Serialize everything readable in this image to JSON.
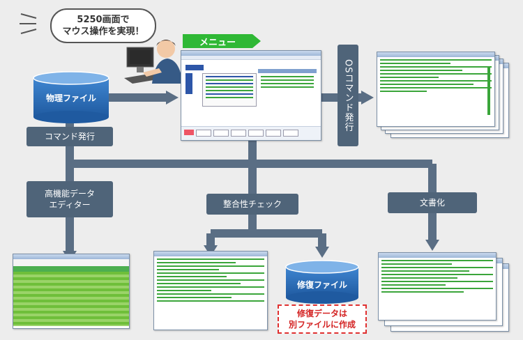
{
  "speech": {
    "line1": "5250画面で",
    "line2": "マウス操作を実現！"
  },
  "menu_tag": "メニュー",
  "cylinders": {
    "physical": "物理ファイル",
    "repair": "修復ファイル"
  },
  "labels": {
    "command_issue": "コマンド発行",
    "os_command": "OSコマンド発行",
    "editor": "高機能データ\nエディター",
    "integrity": "整合性チェック",
    "document": "文書化"
  },
  "note": {
    "line1": "修復データは",
    "line2": "別ファイルに作成"
  },
  "colors": {
    "label_bg": "#4f6479",
    "line": "#5a6e84",
    "cylinder": "#2e6fb7",
    "menu": "#2fb835",
    "warn": "#e03030"
  }
}
